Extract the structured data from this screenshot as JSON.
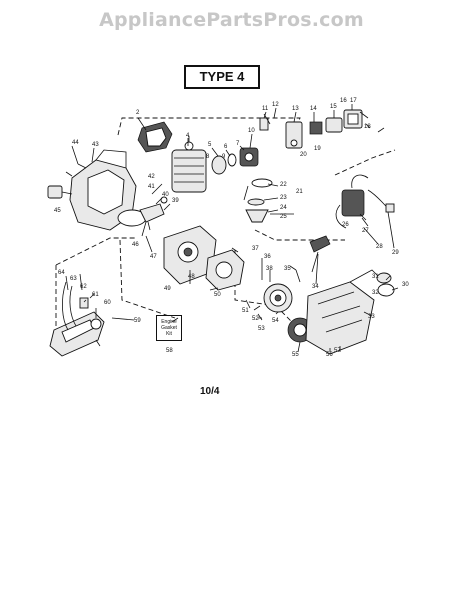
{
  "watermark": "AppliancePartsPros.com",
  "type_label": "TYPE 4",
  "revision": "10/4",
  "kit": {
    "line1": "Engine",
    "line2": "Gasket",
    "line3": "Kit"
  },
  "callouts": {
    "n2": "2",
    "n4": "4",
    "n5": "5",
    "n6": "6",
    "n7": "7",
    "n8": "8",
    "n9": "9",
    "n10": "10",
    "n11": "11",
    "n12": "12",
    "n13": "13",
    "n14": "14",
    "n15": "15",
    "n16": "16",
    "n17": "17",
    "n18": "18",
    "n19": "19",
    "n20": "20",
    "n21": "21",
    "n22": "22",
    "n23": "23",
    "n24": "24",
    "n25": "25",
    "n26": "26",
    "n27": "27",
    "n28": "28",
    "n29": "29",
    "n30": "30",
    "n31": "31",
    "n32": "32",
    "n33": "33",
    "n34": "34",
    "n35": "35",
    "n36": "36",
    "n37": "37",
    "n38": "38",
    "n39": "39",
    "n40": "40",
    "n41": "41",
    "n42": "42",
    "n43": "43",
    "n44": "44",
    "n45": "45",
    "n46": "46",
    "n47": "47",
    "n48": "48",
    "n49": "49",
    "n50": "50",
    "n51": "51",
    "n52": "52",
    "n53": "53",
    "n54": "54",
    "n55": "55",
    "n56": "56",
    "n57": "57",
    "n58": "58",
    "n59": "59",
    "n60": "60",
    "n61": "61",
    "n62": "62",
    "n63": "63",
    "n64": "64"
  }
}
